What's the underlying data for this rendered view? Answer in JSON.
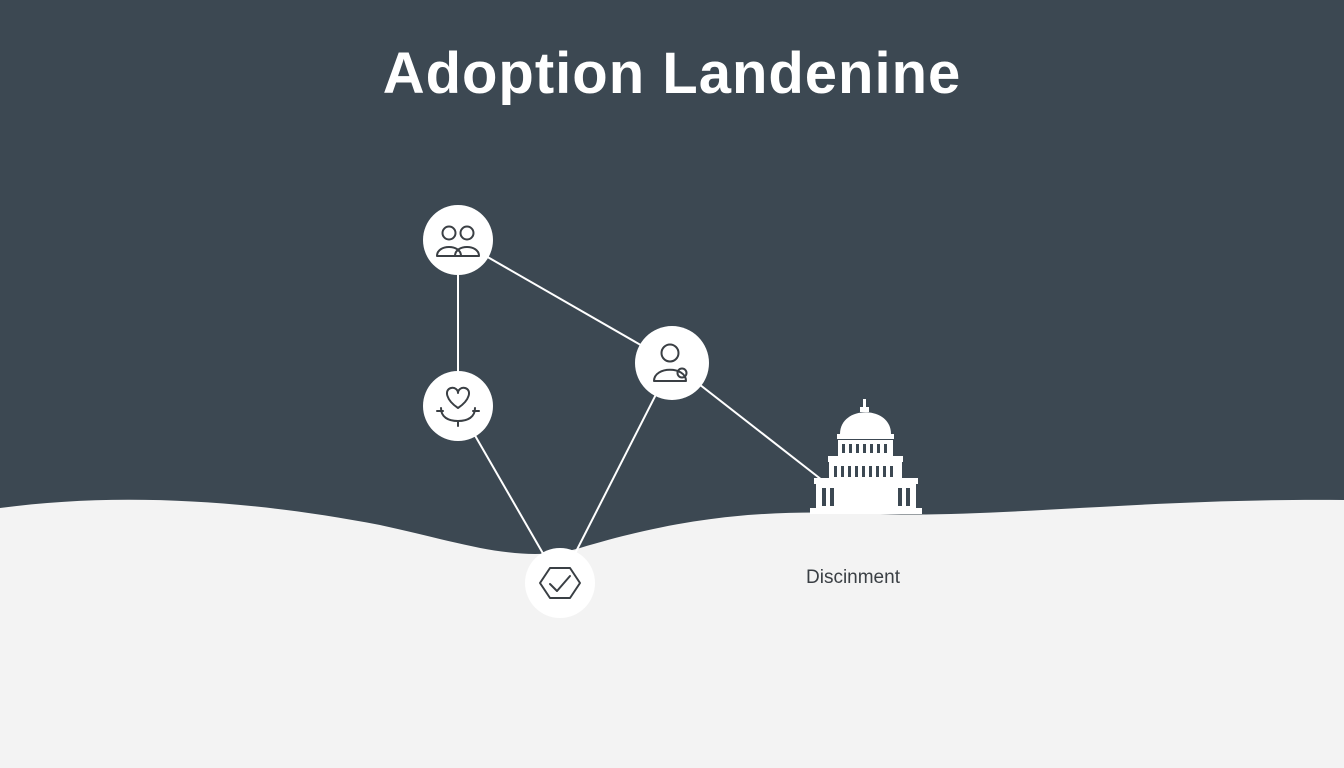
{
  "title": "Adoption Landenine",
  "caption": "Discinment",
  "colors": {
    "background": "#3c4852",
    "ground": "#f3f3f3",
    "node_fill": "#ffffff",
    "line": "#ffffff",
    "icon_stroke": "#3a3f44",
    "title_text": "#ffffff",
    "caption_text": "#3a3f44"
  },
  "nodes": [
    {
      "id": "family",
      "icon": "two-people-icon"
    },
    {
      "id": "care",
      "icon": "heart-hands-icon"
    },
    {
      "id": "caseworker",
      "icon": "person-badge-icon"
    },
    {
      "id": "approval",
      "icon": "hexagon-check-icon"
    },
    {
      "id": "government",
      "icon": "capitol-building-icon"
    }
  ],
  "edges": [
    {
      "from": "family",
      "to": "care"
    },
    {
      "from": "family",
      "to": "caseworker"
    },
    {
      "from": "care",
      "to": "approval"
    },
    {
      "from": "caseworker",
      "to": "approval"
    },
    {
      "from": "caseworker",
      "to": "government"
    }
  ]
}
